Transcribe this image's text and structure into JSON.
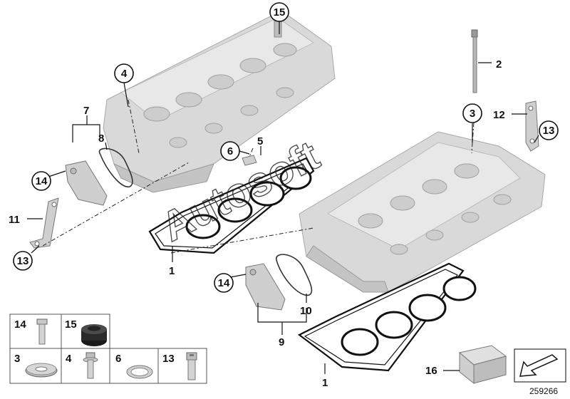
{
  "diagram": {
    "callouts": [
      {
        "id": "c15",
        "text": "15"
      },
      {
        "id": "c4",
        "text": "4"
      },
      {
        "id": "c3",
        "text": "3"
      },
      {
        "id": "c6",
        "text": "6"
      },
      {
        "id": "c13a",
        "text": "13"
      },
      {
        "id": "c14a",
        "text": "14"
      },
      {
        "id": "c13b",
        "text": "13"
      },
      {
        "id": "c14b",
        "text": "14"
      }
    ],
    "plain_labels": [
      {
        "id": "l2",
        "text": "2"
      },
      {
        "id": "l7",
        "text": "7"
      },
      {
        "id": "l8",
        "text": "8"
      },
      {
        "id": "l5",
        "text": "5"
      },
      {
        "id": "l12",
        "text": "12"
      },
      {
        "id": "l11",
        "text": "11"
      },
      {
        "id": "l1a",
        "text": "1"
      },
      {
        "id": "l10",
        "text": "10"
      },
      {
        "id": "l9",
        "text": "9"
      },
      {
        "id": "l1b",
        "text": "1"
      },
      {
        "id": "l16",
        "text": "16"
      }
    ],
    "legend_cells": [
      {
        "id": "g14",
        "text": "14"
      },
      {
        "id": "g15",
        "text": "15"
      },
      {
        "id": "g3",
        "text": "3"
      },
      {
        "id": "g4",
        "text": "4"
      },
      {
        "id": "g6",
        "text": "6"
      },
      {
        "id": "g13",
        "text": "13"
      }
    ],
    "watermark": "Autosoft",
    "doc_number": "259266"
  }
}
